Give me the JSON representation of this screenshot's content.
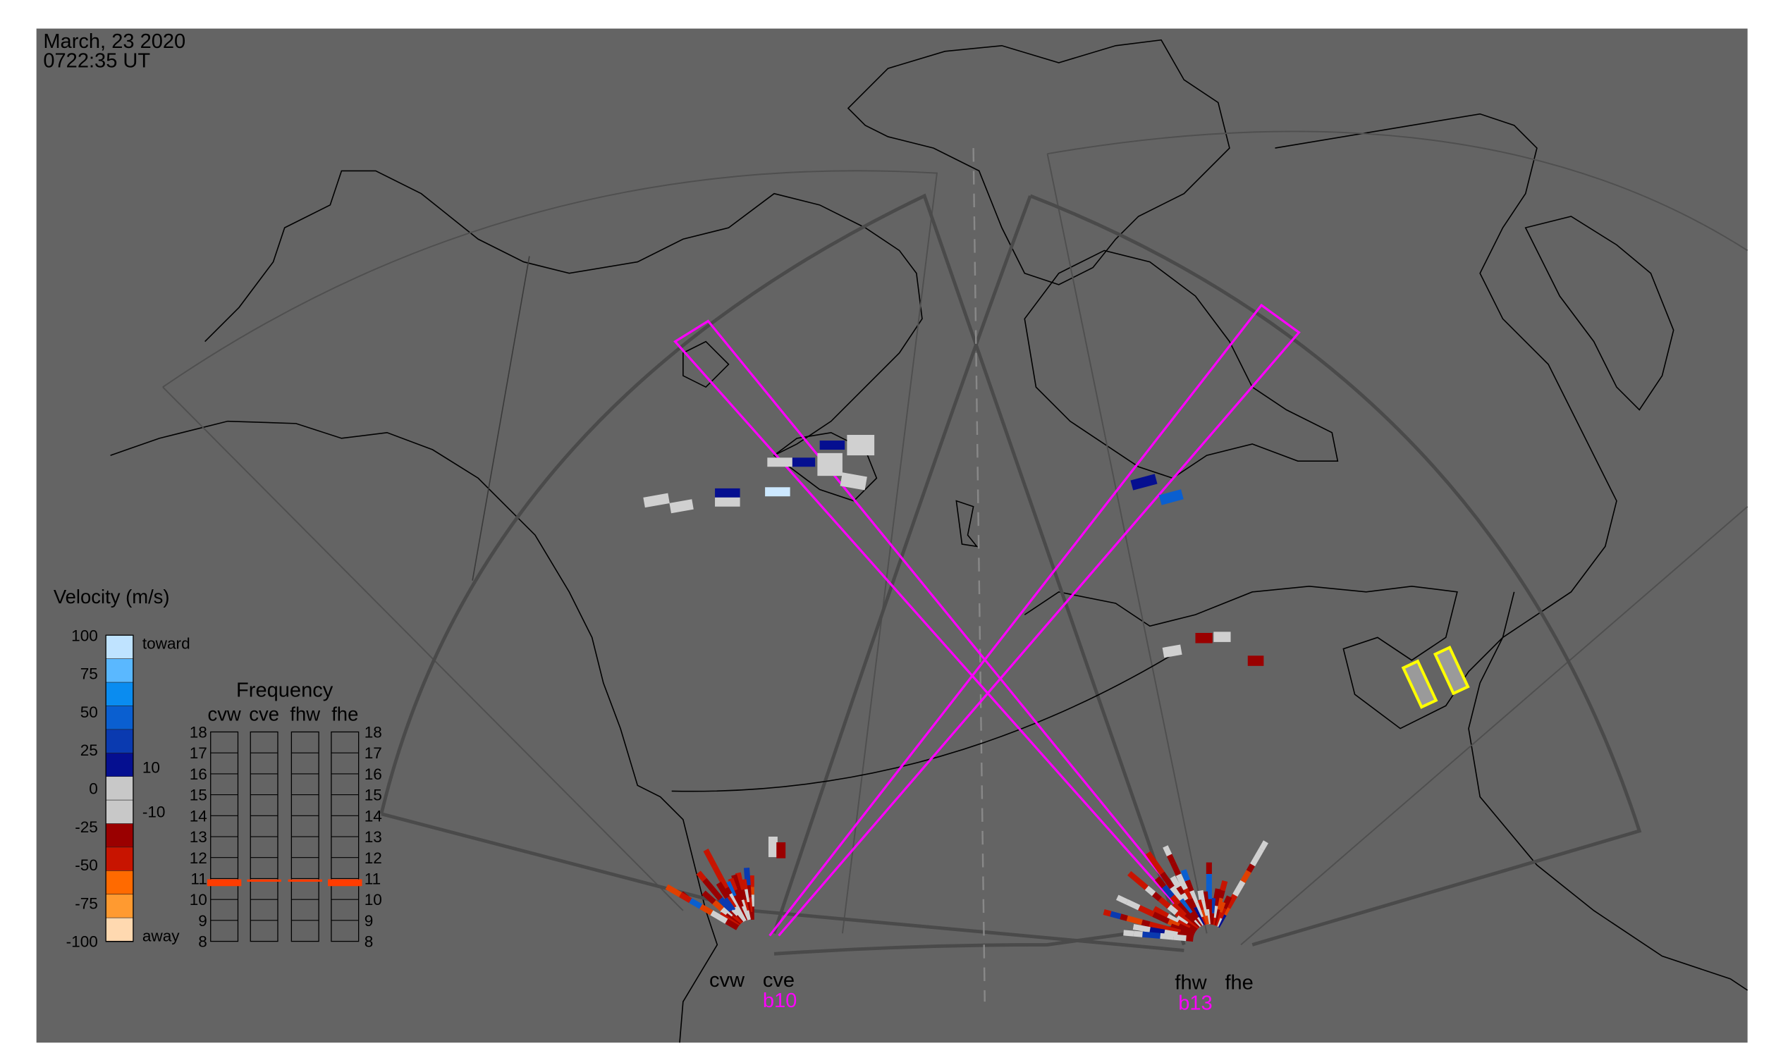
{
  "header": {
    "date": "March, 23 2020",
    "time": "0722:35 UT"
  },
  "velocity_legend": {
    "title": "Velocity (m/s)",
    "ticks": [
      "100",
      "75",
      "50",
      "25",
      "0",
      "-25",
      "-50",
      "-75",
      "-100"
    ],
    "inner_ticks": [
      "10",
      "-10"
    ],
    "toward_label": "toward",
    "away_label": "away",
    "colors": [
      "#bfe3ff",
      "#5ab8ff",
      "#0a8cf0",
      "#0a5fd0",
      "#0a3ab0",
      "#050f90",
      "#c8c8c8",
      "#c8c8c8",
      "#9a0000",
      "#c81400",
      "#ff6a00",
      "#ff9a30",
      "#ffd9b0"
    ]
  },
  "frequency_panel": {
    "title": "Frequency",
    "radars": [
      "cvw",
      "cve",
      "fhw",
      "fhe"
    ],
    "ticks": [
      "18",
      "17",
      "16",
      "15",
      "14",
      "13",
      "12",
      "11",
      "10",
      "9",
      "8"
    ],
    "values_mhz": [
      10.8,
      10.9,
      10.9,
      10.8
    ],
    "highlight_color": "#ff3c00"
  },
  "radars": {
    "west_pair": {
      "left": "cvw",
      "right": "cve",
      "beam": "b10"
    },
    "east_pair": {
      "left": "fhw",
      "right": "fhe",
      "beam": "b13"
    }
  },
  "colors": {
    "background": "#646464",
    "beam": "#ff00ff",
    "fov": "#4a4a4a",
    "box": "#ffff00"
  }
}
